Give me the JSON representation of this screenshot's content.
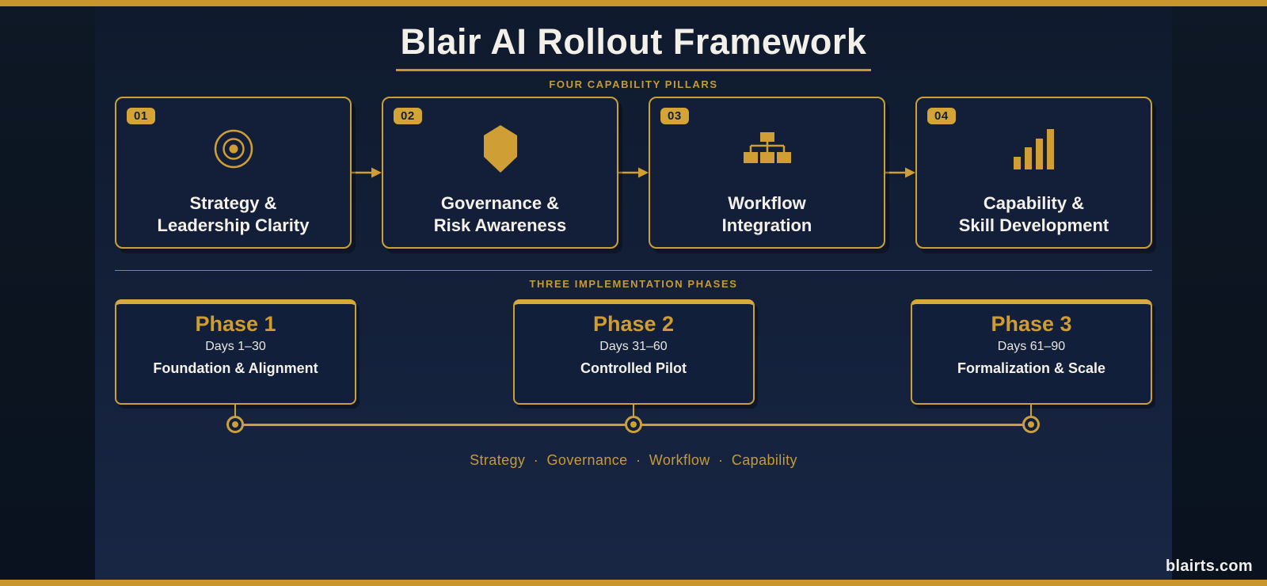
{
  "colors": {
    "gold": "#c9962e",
    "gold_border": "#c9a03a",
    "gold_badge": "#d4a437",
    "bg_outer": "#0b141f",
    "panel": "#131f37",
    "card": "#131f38",
    "text_light": "#f4f1ea"
  },
  "header": {
    "title": "Blair AI Rollout Framework"
  },
  "pillars": {
    "section_label": "FOUR CAPABILITY PILLARS",
    "items": [
      {
        "number": "01",
        "icon": "target-icon",
        "title": "Strategy &\nLeadership Clarity"
      },
      {
        "number": "02",
        "icon": "shield-icon",
        "title": "Governance &\nRisk Awareness"
      },
      {
        "number": "03",
        "icon": "workflow-hierarchy-icon",
        "title": "Workflow\nIntegration"
      },
      {
        "number": "04",
        "icon": "bar-chart-icon",
        "title": "Capability &\nSkill Development"
      }
    ]
  },
  "phases": {
    "section_label": "THREE IMPLEMENTATION PHASES",
    "items": [
      {
        "name": "Phase 1",
        "days": "Days 1–30",
        "subtitle": "Foundation & Alignment"
      },
      {
        "name": "Phase 2",
        "days": "Days 31–60",
        "subtitle": "Controlled Pilot"
      },
      {
        "name": "Phase 3",
        "days": "Days 61–90",
        "subtitle": "Formalization & Scale"
      }
    ]
  },
  "timeline": {
    "capabilities_line": "Strategy · Governance · Workflow · Capability"
  },
  "footer": {
    "site": "blairts.com"
  }
}
